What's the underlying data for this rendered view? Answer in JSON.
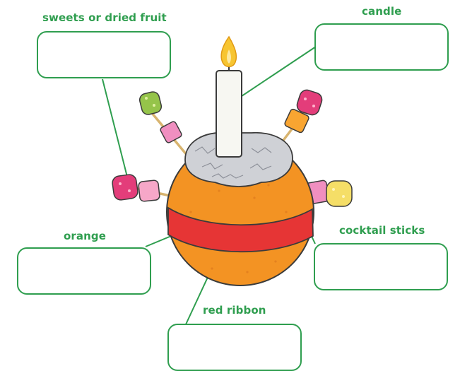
{
  "colors": {
    "accent": "#2f9e4f",
    "orange": "#f39323",
    "ribbon": "#e63535",
    "foil": "#c9cbd1",
    "candle": "#f7f7f2",
    "flame": "#f7c531",
    "stick": "#e7c98e"
  },
  "labels": {
    "sweets": "sweets or dried fruit",
    "candle": "candle",
    "orange": "orange",
    "cocktail_sticks": "cocktail sticks",
    "red_ribbon": "red ribbon"
  },
  "answers": {
    "sweets": "",
    "candle": "",
    "orange": "",
    "cocktail_sticks": "",
    "red_ribbon": ""
  },
  "icons": {
    "illustration": "christingle-illustration",
    "flame": "flame-icon",
    "sweet": "sweet-icon"
  }
}
